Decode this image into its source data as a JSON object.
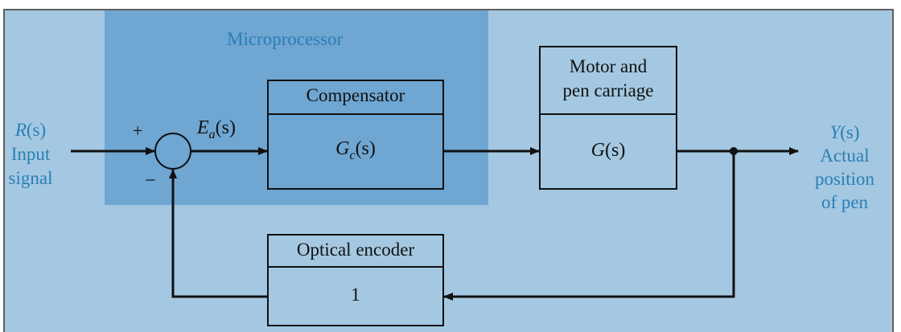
{
  "colors": {
    "background": "#a4c8e1",
    "microprocessor_region": "#6fa6d2",
    "label_blue": "#2a7fb6",
    "line": "#111111"
  },
  "microprocessor": {
    "label": "Microprocessor"
  },
  "input": {
    "symbol": "R",
    "arg": "(s)",
    "label_line1": "Input",
    "label_line2": "signal"
  },
  "output": {
    "symbol": "Y",
    "arg": "(s)",
    "label_line1": "Actual",
    "label_line2": "position",
    "label_line3": "of pen"
  },
  "summing_junction": {
    "plus": "+",
    "minus": "−"
  },
  "error_signal": {
    "symbol": "E",
    "subscript": "a",
    "arg": "(s)"
  },
  "compensator": {
    "title": "Compensator",
    "tf_symbol": "G",
    "tf_subscript": "c",
    "tf_arg": "(s)"
  },
  "plant": {
    "title_line1": "Motor and",
    "title_line2": "pen carriage",
    "tf_symbol": "G",
    "tf_arg": "(s)"
  },
  "feedback": {
    "title": "Optical encoder",
    "value": "1"
  }
}
